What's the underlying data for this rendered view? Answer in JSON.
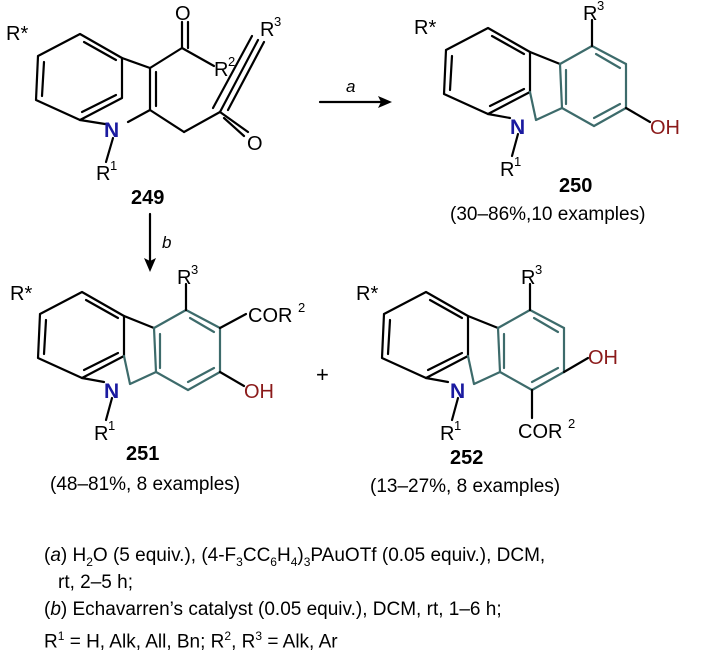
{
  "compounds": {
    "c249": {
      "label": "249"
    },
    "c250": {
      "label": "250",
      "yield": "(30–86%,10 examples)"
    },
    "c251": {
      "label": "251",
      "yield": "(48–81%, 8 examples)"
    },
    "c252": {
      "label": "252",
      "yield": "(13–27%, 8 examples)"
    }
  },
  "atoms": {
    "r_star": "R*",
    "r": "R",
    "r1_sup": "1",
    "r2_sup": "2",
    "r3_sup": "3",
    "n": "N",
    "o": "O",
    "oh": "OH",
    "cor": "COR"
  },
  "arrows": {
    "a": "a",
    "b": "b"
  },
  "plus": "+",
  "conditions": {
    "a_open": "(",
    "a_tag": "a",
    "a_close": ")",
    "a_text_1": " H",
    "a_sub_1": "2",
    "a_text_2": "O (5 equiv.), (4-F",
    "a_sub_2": "3",
    "a_text_3": "CC",
    "a_sub_3": "6",
    "a_text_4": "H",
    "a_sub_4": "4",
    "a_text_5": ")",
    "a_sub_5": "3",
    "a_text_6": "PAuOTf (0.05 equiv.), DCM,",
    "a_line2": "rt, 2–5 h;",
    "b_open": "(",
    "b_tag": "b",
    "b_close": ")",
    "b_text": " Echavarren’s catalyst (0.05 equiv.), DCM, rt, 1–6 h;",
    "r_text_1": "R",
    "r_sup_1": "1",
    "r_text_2": " = H, Alk, All, Bn; R",
    "r_sup_2": "2",
    "r_text_3": ", R",
    "r_sup_3": "3",
    "r_text_4": " = Alk, Ar"
  }
}
